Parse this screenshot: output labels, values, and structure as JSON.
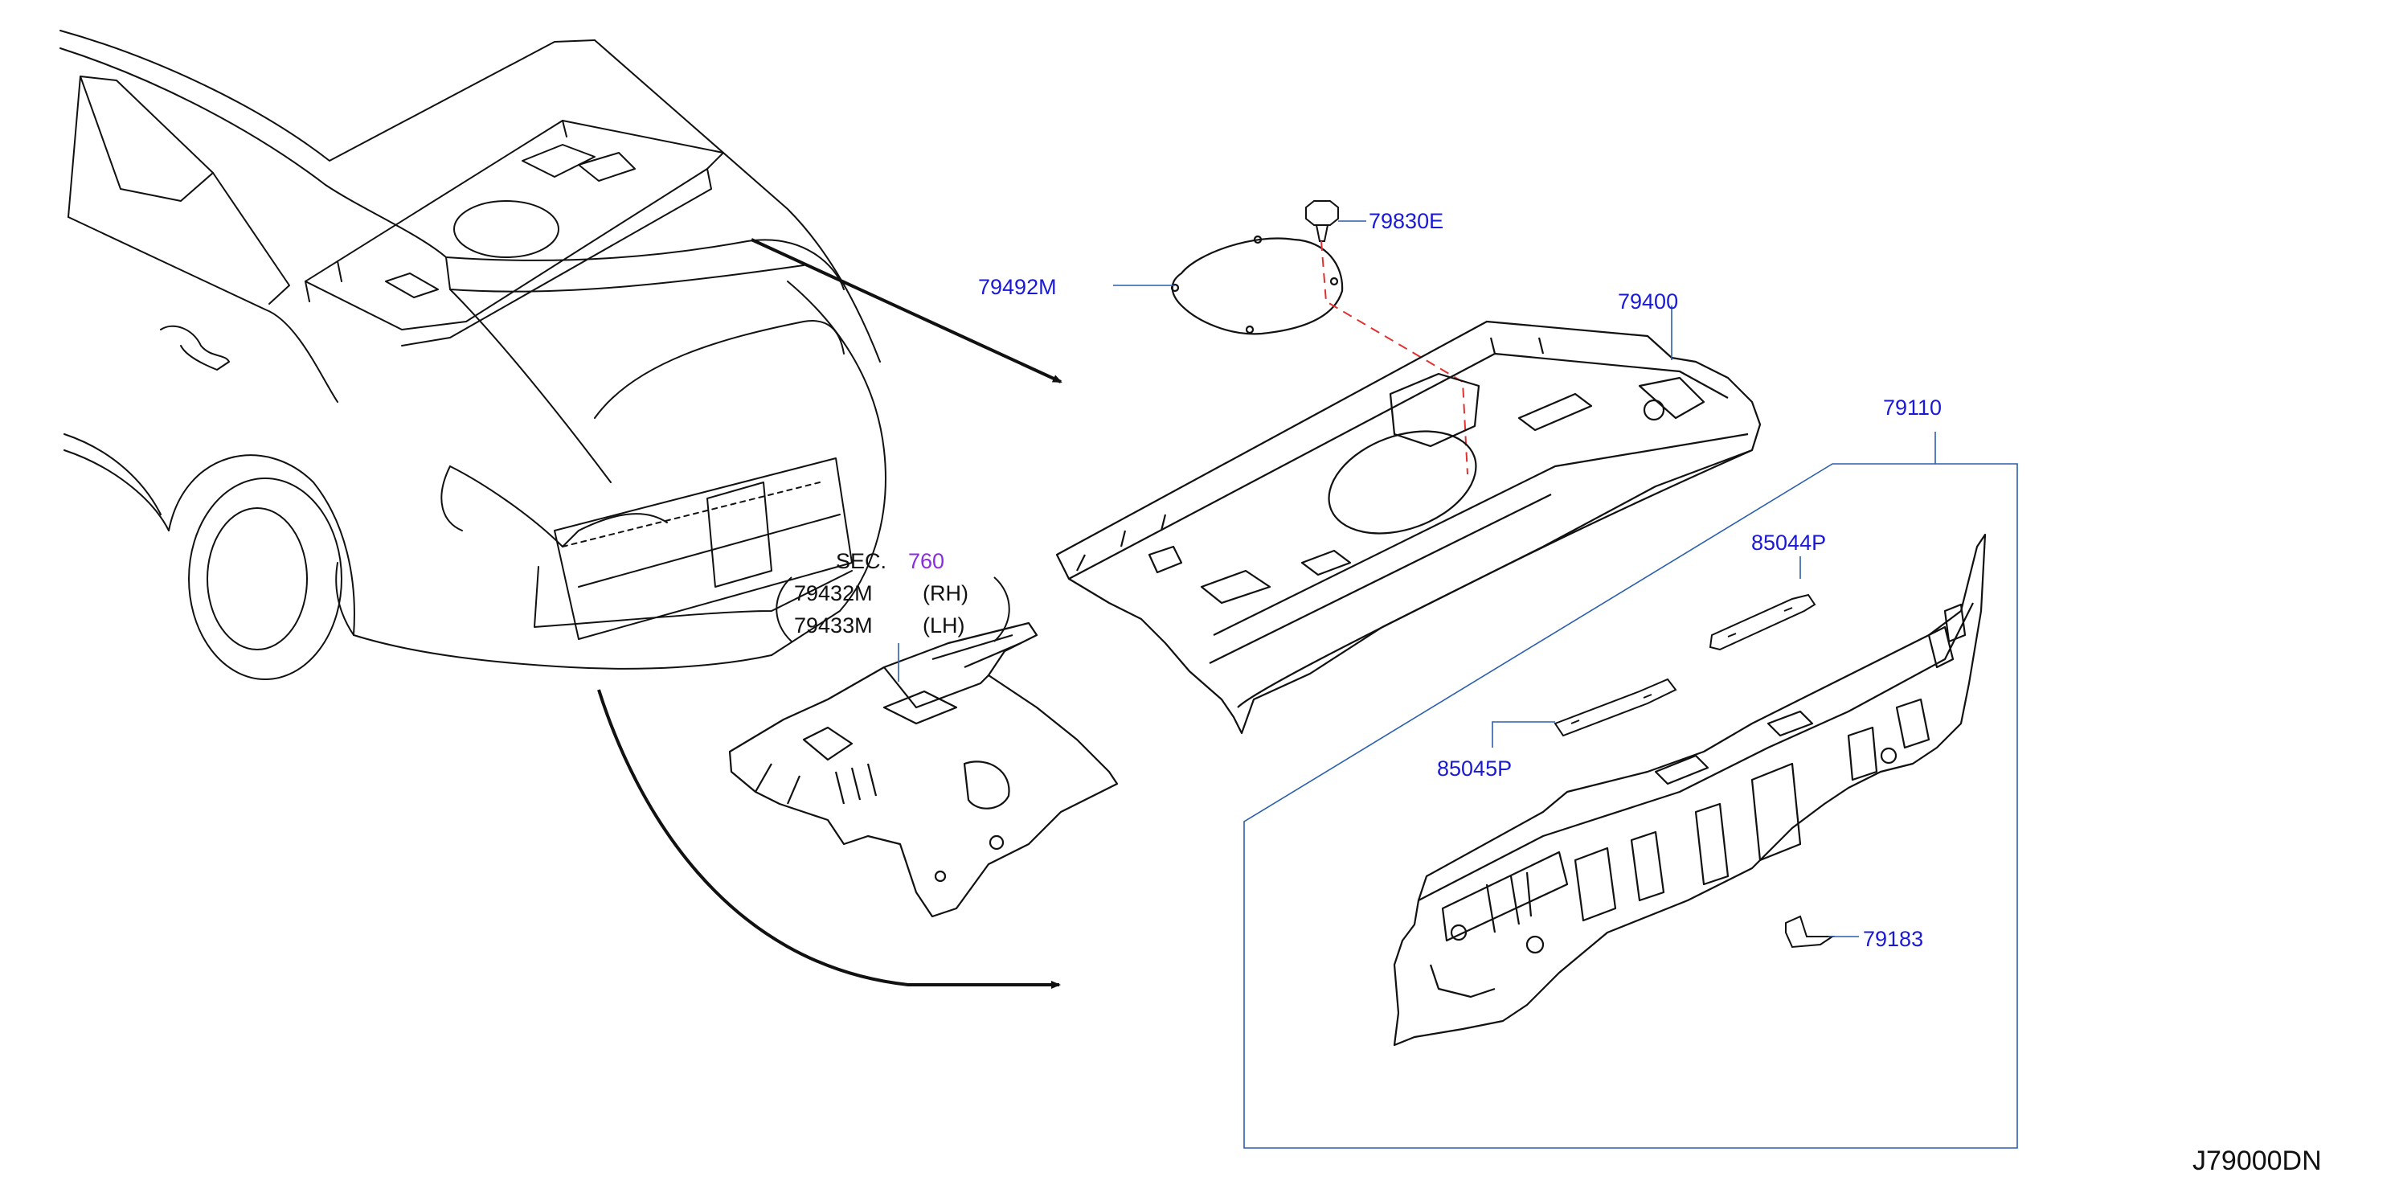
{
  "colors": {
    "line": "#111111",
    "leader": "#2b5fae",
    "label": "#1a1ad6",
    "section_ref": "#8b2be2",
    "dashed": "#e03030"
  },
  "parts": {
    "p79830E": "79830E",
    "p79492M": "79492M",
    "p79400": "79400",
    "p79110": "79110",
    "p85044P": "85044P",
    "p85045P": "85045P",
    "p79183": "79183"
  },
  "section_ref": {
    "sec_label": "SEC.",
    "sec_number": "760",
    "rows": [
      {
        "part": "79432M",
        "side": "(RH)"
      },
      {
        "part": "79433M",
        "side": "(LH)"
      }
    ]
  },
  "drawing_code": "J79000DN"
}
